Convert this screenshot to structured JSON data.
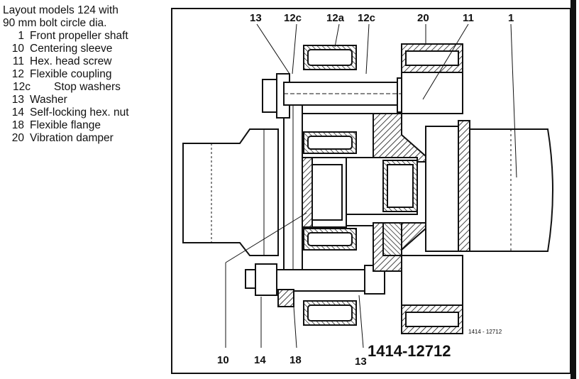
{
  "legend": {
    "title_line1": "Layout models 124 with",
    "title_line2": "90 mm bolt circle dia.",
    "items": [
      {
        "num": "1",
        "label": "Front propeller shaft"
      },
      {
        "num": "10",
        "label": "Centering sleeve"
      },
      {
        "num": "11",
        "label": "Hex. head screw"
      },
      {
        "num": "12",
        "label": "Flexible coupling"
      },
      {
        "num": "12c",
        "label": "Stop washers"
      },
      {
        "num": "13",
        "label": "Washer"
      },
      {
        "num": "14",
        "label": "Self-locking hex. nut"
      },
      {
        "num": "18",
        "label": "Flexible flange"
      },
      {
        "num": "20",
        "label": "Vibration damper"
      }
    ]
  },
  "diagram": {
    "callouts_top": [
      "13",
      "12c",
      "12a",
      "12c",
      "20",
      "11",
      "1"
    ],
    "callouts_bottom": [
      "10",
      "14",
      "18",
      "13"
    ],
    "part_number": "1414-12712",
    "small_part_number": "1414 - 12712"
  }
}
